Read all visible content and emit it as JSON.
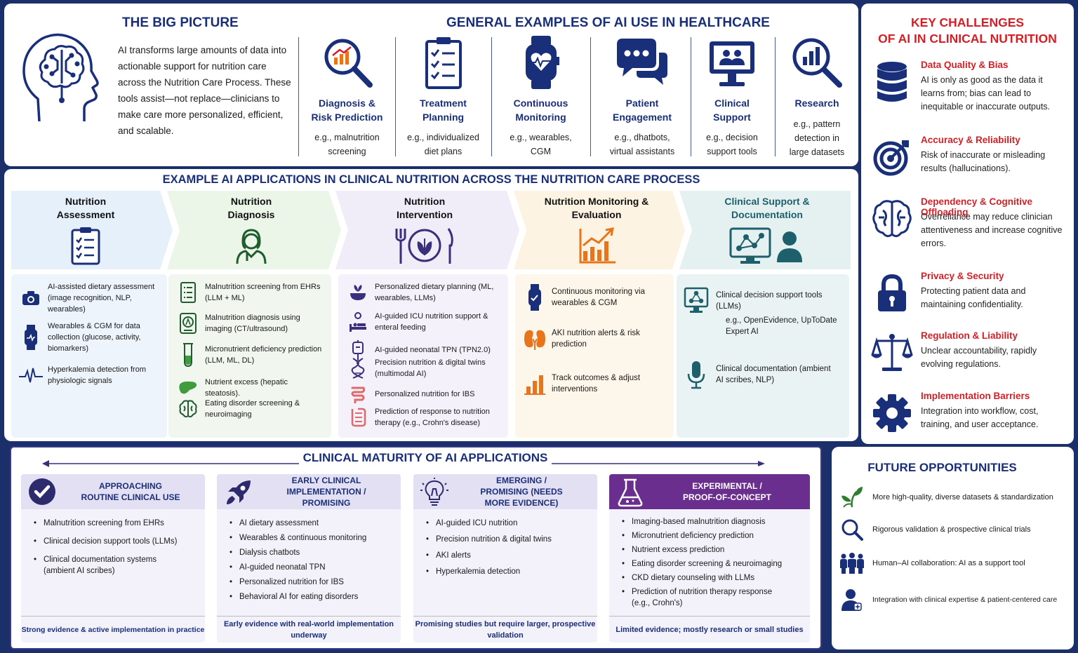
{
  "big_picture": {
    "title": "THE BIG PICTURE",
    "text": "AI transforms large amounts of data into actionable support for nutrition care across the Nutrition Care Process. These tools assist—not replace—clinicians to make care more personalized, efficient, and scalable."
  },
  "general_examples": {
    "title": "GENERAL EXAMPLES OF AI USE IN HEALTHCARE",
    "items": [
      {
        "label1": "Diagnosis &",
        "label2": "Risk Prediction",
        "ex1": "e.g., malnutrition",
        "ex2": "screening",
        "ex3": "",
        "icon": "magnifier-chart-icon"
      },
      {
        "label1": "Treatment",
        "label2": "Planning",
        "ex1": "e.g., individualized",
        "ex2": "diet plans",
        "ex3": "",
        "icon": "clipboard-checklist-icon"
      },
      {
        "label1": "Continuous",
        "label2": "Monitoring",
        "ex1": "e.g., wearables,",
        "ex2": "CGM",
        "ex3": "",
        "icon": "smartwatch-icon"
      },
      {
        "label1": "Patient",
        "label2": "Engagement",
        "ex1": "e.g., dhatbots,",
        "ex2": "virtual assistants",
        "ex3": "",
        "icon": "chat-bubbles-icon"
      },
      {
        "label1": "Clinical",
        "label2": "Support",
        "ex1": "e.g., decision",
        "ex2": "support tools",
        "ex3": "",
        "icon": "monitor-users-icon"
      },
      {
        "label1": "Research",
        "label2": "",
        "ex1": "e.g., pattern",
        "ex2": "detection in",
        "ex3": "large datasets",
        "icon": "research-magnifier-icon"
      }
    ]
  },
  "challenges": {
    "title1": "KEY CHALLENGES",
    "title2": "OF AI IN CLINICAL NUTRITION",
    "items": [
      {
        "title": "Data Quality & Bias",
        "desc": "AI is only as good as the data it learns from; bias can lead to inequitable or inaccurate outputs."
      },
      {
        "title": "Accuracy & Reliability",
        "desc": "Risk of inaccurate or misleading results (hallucinations)."
      },
      {
        "title": "Dependency & Cognitive Offloading",
        "desc": "Overreliance may reduce clinician attentiveness and increase cognitive errors."
      },
      {
        "title": "Privacy & Security",
        "desc": "Protecting patient data and maintaining confidentiality."
      },
      {
        "title": "Regulation & Liability",
        "desc": "Unclear accountability, rapidly evolving regulations."
      },
      {
        "title": "Implementation Barriers",
        "desc": "Integration into workflow, cost, training, and user acceptance."
      }
    ]
  },
  "applications": {
    "title": "EXAMPLE AI APPLICATIONS IN CLINICAL NUTRITION ACROSS THE NUTRITION CARE PROCESS",
    "columns": [
      {
        "h1": "Nutrition",
        "h2": "Assessment",
        "color": "#1a1a1a",
        "bg": "#e6f0fb",
        "items": [
          "AI-assisted dietary assessment (image recognition, NLP, wearables)",
          "Wearables & CGM for data collection (glucose, activity, biomarkers)",
          "Hyperkalemia detection from physiologic signals"
        ]
      },
      {
        "h1": "Nutrition",
        "h2": "Diagnosis",
        "color": "#1a1a1a",
        "bg": "#ebf5e8",
        "items": [
          "Malnutrition screening from EHRs (LLM + ML)",
          "Malnutrition diagnosis using imaging (CT/ultrasound)",
          "Micronutrient deficiency prediction (LLM, ML, DL)",
          "Nutrient excess (hepatic steatosis).",
          "Eating disorder screening & neuroimaging"
        ]
      },
      {
        "h1": "Nutrition",
        "h2": "Intervention",
        "color": "#1a1a1a",
        "bg": "#f0ecf8",
        "items": [
          "Personalized dietary planning (ML, wearables, LLMs)",
          "AI-guided ICU nutrition support & enteral feeding",
          "AI-guided neonatal TPN (TPN2.0)",
          "Precision nutrition & digital twins (multimodal AI)",
          "Personalized nutrition for IBS",
          "Prediction of response to nutrition therapy (e.g., Crohn's disease)"
        ]
      },
      {
        "h1": "Nutrition Monitoring &",
        "h2": "Evaluation",
        "color": "#1a1a1a",
        "bg": "#fdf3e2",
        "items": [
          "Continuous monitoring via wearables & CGM",
          "AKI nutrition alerts & risk prediction",
          "Track outcomes & adjust interventions"
        ]
      },
      {
        "h1": "Clinical Support &",
        "h2": "Documentation",
        "color": "#1d5f6b",
        "bg": "#e5f1f1",
        "items": [
          "Clinical decision support tools (LLMs)",
          "e.g., OpenEvidence, UpToDate Expert AI",
          "Clinical documentation (ambient AI scribes, NLP)"
        ]
      }
    ]
  },
  "maturity": {
    "title": "CLINICAL MATURITY OF AI APPLICATIONS",
    "columns": [
      {
        "title": "APPROACHING\nROUTINE CLINICAL USE",
        "items": [
          "Malnutrition screening from EHRs",
          "Clinical decision support tools (LLMs)",
          "Clinical documentation systems (ambient AI scribes)"
        ],
        "footer": "Strong evidence & active implementation in practice"
      },
      {
        "title": "EARLY CLINICAL\nIMPLEMENTATION /\nPROMISING",
        "items": [
          "AI dietary assessment",
          "Wearables & continuous monitoring",
          "Dialysis chatbots",
          "AI-guided neonatal TPN",
          "Personalized nutrition for IBS",
          "Behavioral AI for eating disorders"
        ],
        "footer": "Early evidence with real-world implementation underway"
      },
      {
        "title": "EMERGING /\nPROMISING (NEEDS\nMORE EVIDENCE)",
        "items": [
          "AI-guided ICU nutrition",
          "Precision nutrition & digital twins",
          "AKI alerts",
          "Hyperkalemia detection"
        ],
        "footer": "Promising studies but require larger, prospective validation"
      },
      {
        "title": "EXPERIMENTAL /\nPROOF-OF-CONCEPT",
        "items": [
          "Imaging-based malnutrition diagnosis",
          "Micronutrient deficiency prediction",
          "Nutrient excess prediction",
          "Eating disorder screening & neuroimaging",
          "CKD dietary counseling with LLMs",
          "Prediction of nutrition therapy response (e.g., Crohn's)"
        ],
        "footer": "Limited evidence; mostly research or small studies"
      }
    ]
  },
  "future": {
    "title": "FUTURE OPPORTUNITIES",
    "items": [
      "More high-quality, diverse datasets & standardization",
      "Rigorous validation & prospective clinical trials",
      "Human–AI collaboration: AI as a support tool",
      "Integration with clinical expertise & patient-centered care"
    ]
  },
  "colors": {
    "navy": "#1a2f7a",
    "red": "#d51f26",
    "orange": "#e8741c",
    "purple": "#6a2e8e",
    "teal": "#1d6b6e",
    "background": "#1b2f6b"
  }
}
